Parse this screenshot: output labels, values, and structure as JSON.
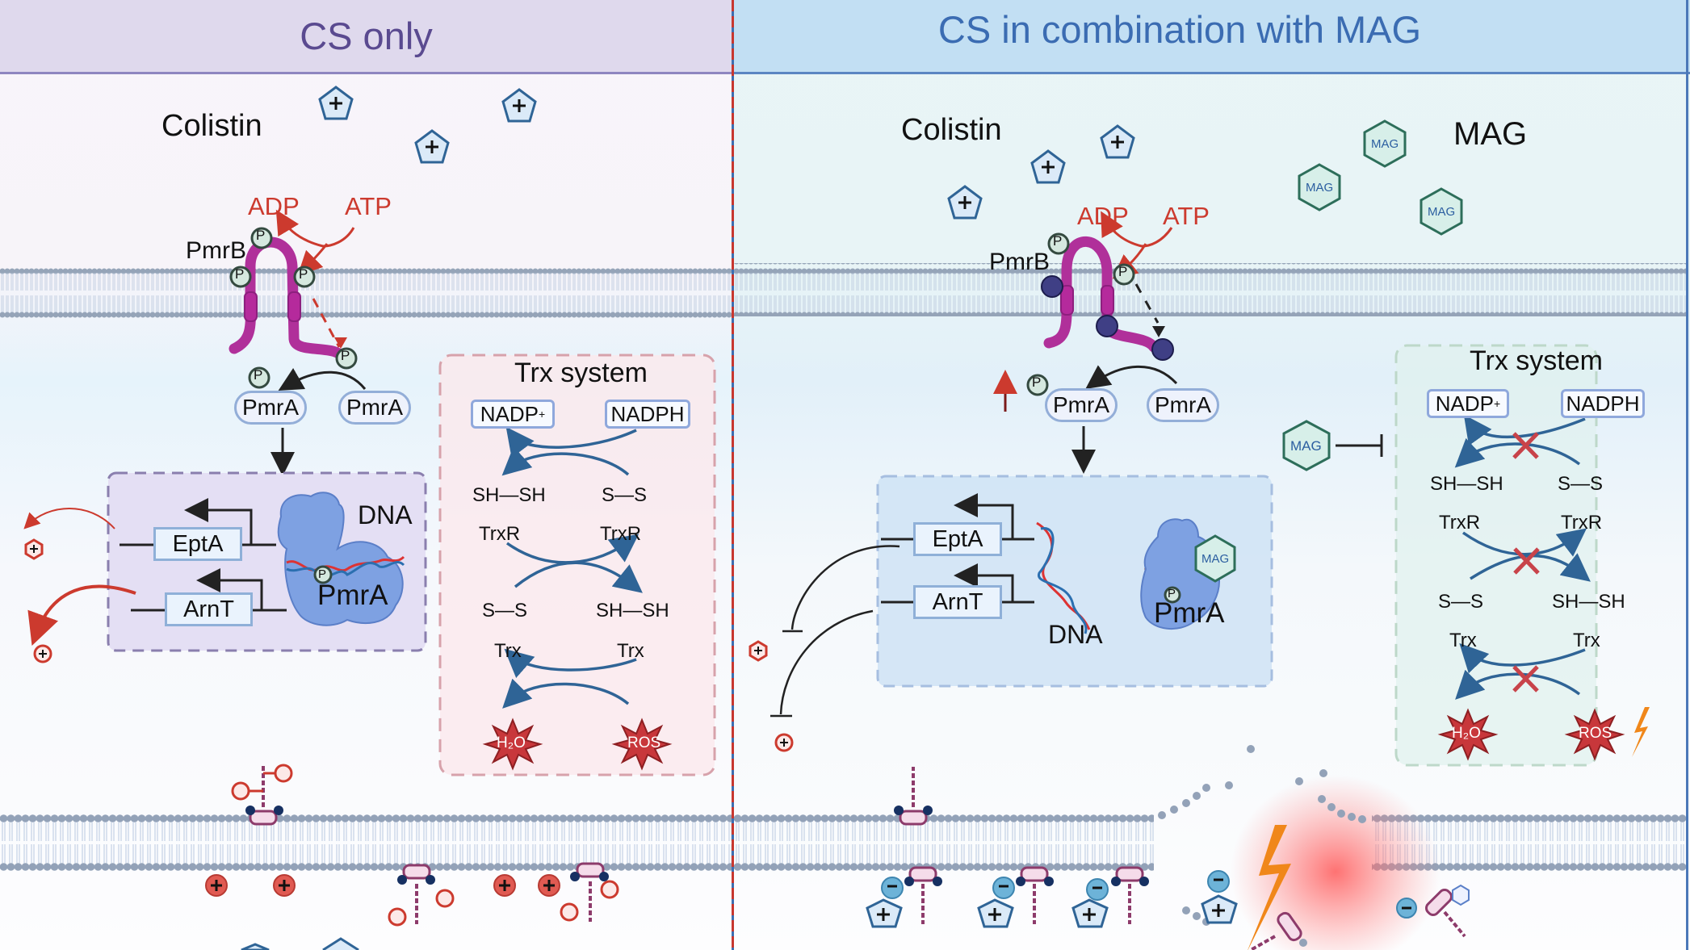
{
  "left_panel": {
    "title": "CS only",
    "colistin_label": "Colistin",
    "adp": "ADP",
    "atp": "ATP",
    "pmrb": "PmrB",
    "phospho": "P",
    "pmra_phosphorylated": "PmrA",
    "pmra_free": "PmrA",
    "genes": [
      "EptA",
      "ArnT"
    ],
    "dna_label": "DNA",
    "bound_pmra": "PmrA",
    "trx": {
      "title": "Trx system",
      "nadp": "NADP",
      "nadp_sup": "+",
      "nadph": "NADPH",
      "trxr_reduced_top": "SH—SH",
      "trxr_oxidized_top": "S—S",
      "trxr": "TrxR",
      "trx_oxidized_top": "S—S",
      "trx_reduced_top": "SH—SH",
      "trx": "Trx",
      "h2o": "H₂O",
      "ros": "ROS"
    }
  },
  "right_panel": {
    "title": "CS in combination with MAG",
    "colistin_label": "Colistin",
    "mag_label": "MAG",
    "mag_molecule": "MAG",
    "adp": "ADP",
    "atp": "ATP",
    "pmrb": "PmrB",
    "phospho": "P",
    "pmra_phosphorylated": "PmrA",
    "pmra_free": "PmrA",
    "genes": [
      "EptA",
      "ArnT"
    ],
    "dna_label": "DNA",
    "bound_pmra": "PmrA",
    "trx": {
      "title": "Trx system",
      "nadp": "NADP",
      "nadp_sup": "+",
      "nadph": "NADPH",
      "trxr_reduced_top": "SH—SH",
      "trxr_oxidized_top": "S—S",
      "trxr": "TrxR",
      "trx_oxidized_top": "S—S",
      "trx_reduced_top": "SH—SH",
      "trx": "Trx",
      "h2o": "H₂O",
      "ros": "ROS"
    }
  },
  "colors": {
    "left_header_bg": "#dfd9ed",
    "left_title": "#5a4a90",
    "right_header_bg": "#c2dff3",
    "right_title": "#3b6cb2",
    "pmrb_magenta": "#b0309a",
    "adp_atp_red": "#cc3a2e",
    "colistin_blue": "#2f6496",
    "mag_green": "#2d6e5a",
    "flow_arrow_blue": "#2f6496",
    "block_x_red": "#c8434a",
    "lightning_orange": "#f0871a",
    "membrane_gray": "#8c9bb2"
  }
}
